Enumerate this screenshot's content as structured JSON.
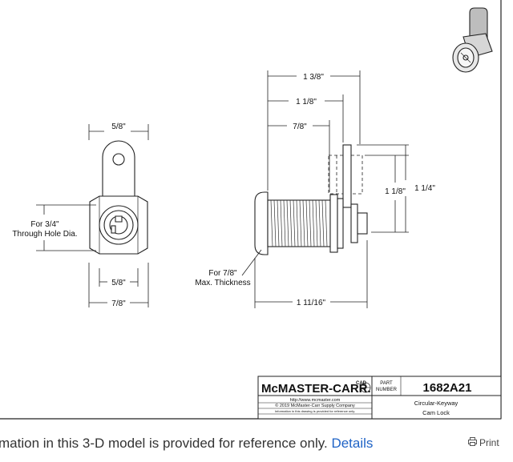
{
  "drawing": {
    "front_view": {
      "dim_top": "5/8\"",
      "dim_mid": "5/8\"",
      "dim_bottom": "7/8\"",
      "hole_note_line1": "For 3/4\"",
      "hole_note_line2": "Through Hole Dia."
    },
    "side_view": {
      "dim_overall": "1 3/8\"",
      "dim_second": "1 1/8\"",
      "dim_third": "7/8\"",
      "dim_cam_inner": "1 1/8\"",
      "dim_cam_outer": "1 1/4\"",
      "dim_length": "1 11/16\"",
      "thickness_note_line1": "For 7/8\"",
      "thickness_note_line2": "Max. Thickness"
    },
    "title_block": {
      "brand": "McMASTER-CARR.",
      "cad_mark": "CAD",
      "part_label_line1": "PART",
      "part_label_line2": "NUMBER",
      "part_number": "1682A21",
      "url": "http://www.mcmaster.com",
      "copyright": "© 2019 McMaster-Carr Supply Company",
      "notice": "Information in this drawing is provided for reference only.",
      "description_line1": "Circular-Keyway",
      "description_line2": "Cam Lock"
    }
  },
  "footer": {
    "disclaimer_text": "mation in this 3-D model is provided for reference only.",
    "details_link": "Details",
    "print_label": "Print"
  }
}
